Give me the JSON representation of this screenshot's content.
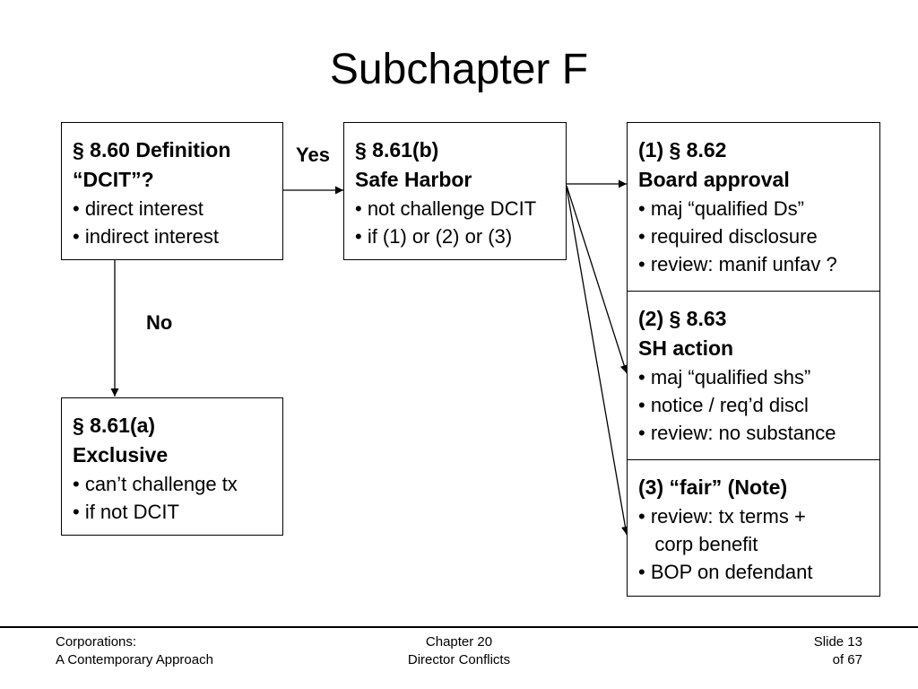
{
  "slide": {
    "title": "Subchapter F"
  },
  "boxes": {
    "definition": {
      "heading": [
        "§ 8.60 Definition",
        "“DCIT”?"
      ],
      "bullets": [
        "• direct interest",
        "• indirect interest"
      ]
    },
    "safe_harbor": {
      "heading": [
        "§ 8.61(b)",
        "Safe Harbor"
      ],
      "bullets": [
        "• not challenge DCIT",
        "• if (1) or (2) or (3)"
      ]
    },
    "exclusive": {
      "heading": [
        "§ 8.61(a)",
        "Exclusive"
      ],
      "bullets": [
        "• can’t challenge tx",
        "• if not DCIT"
      ]
    },
    "board_approval": {
      "heading": [
        "(1) § 8.62",
        "Board approval"
      ],
      "bullets": [
        "• maj “qualified Ds”",
        "• required disclosure",
        "• review: manif unfav ?"
      ]
    },
    "sh_action": {
      "heading": [
        "(2) § 8.63",
        "SH action"
      ],
      "bullets": [
        "• maj “qualified shs”",
        "• notice / req’d discl",
        "• review: no substance"
      ]
    },
    "fair": {
      "heading": [
        "(3) “fair” (Note)"
      ],
      "bullets": [
        "• review: tx terms +",
        "   corp benefit",
        "• BOP on defendant"
      ]
    }
  },
  "connectors": {
    "yes_label": "Yes",
    "no_label": "No"
  },
  "footer": {
    "left_line1": "Corporations:",
    "left_line2": "A Contemporary Approach",
    "center_line1": "Chapter 20",
    "center_line2": "Director Conflicts",
    "right_line1": "Slide 13",
    "right_line2": "of 67"
  }
}
